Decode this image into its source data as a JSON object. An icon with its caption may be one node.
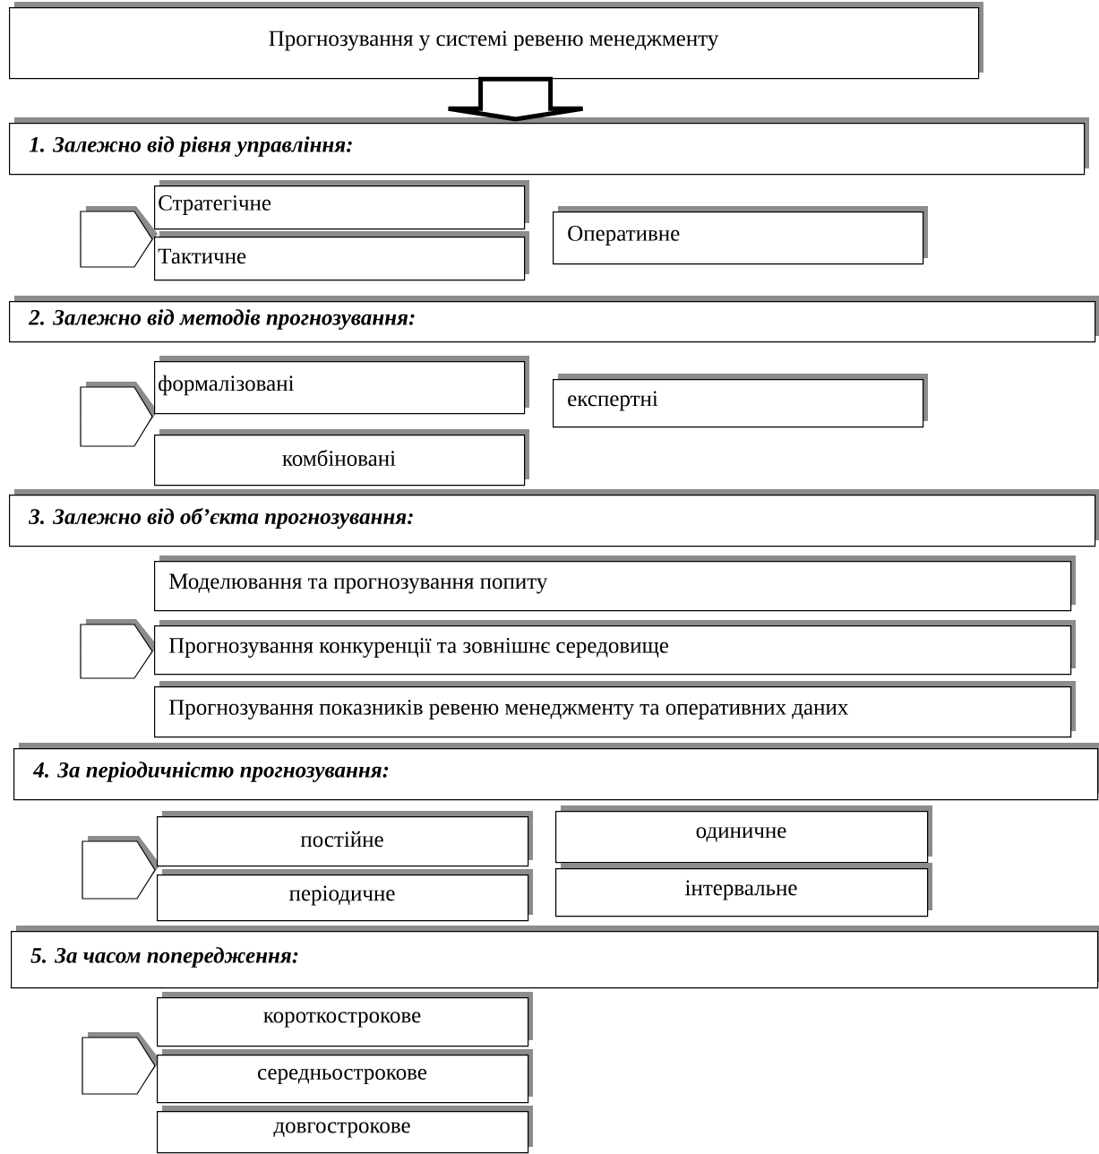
{
  "diagram": {
    "nodes": [
      {
        "text": [
          "Прогнозування у системі ревеню менеджменту"
        ]
      },
      {
        "text": [
          "1. Залежно від рівня управління:"
        ]
      },
      {
        "text": [],
        "shape": "pentagon"
      },
      {
        "text": [
          "Стратегічне"
        ]
      },
      {
        "text": [
          "Тактичне"
        ]
      },
      {
        "text": [
          "Оперативне"
        ]
      },
      {
        "text": [
          "2. Залежно від методів прогнозування:"
        ]
      },
      {
        "text": [],
        "shape": "pentagon"
      },
      {
        "text": [
          "формалізовані"
        ]
      },
      {
        "text": [
          "експертні"
        ]
      },
      {
        "text": [
          "комбіновані"
        ]
      },
      {
        "text": [
          "3. Залежно від об’єкта прогнозування:"
        ]
      },
      {
        "text": [
          "Моделювання та прогнозування попиту"
        ]
      },
      {
        "text": [],
        "shape": "pentagon"
      },
      {
        "text": [
          "Прогнозування конкуренції та зовнішнє середовище"
        ]
      },
      {
        "text": [
          "Прогнозування показників ревеню менеджменту та оперативних даних"
        ]
      },
      {
        "text": [
          "4. За періодичністю прогнозування:"
        ]
      },
      {
        "text": [],
        "shape": "pentagon"
      },
      {
        "text": [
          "постійне"
        ]
      },
      {
        "text": [
          "одиничне"
        ]
      },
      {
        "text": [
          "періодичне"
        ]
      },
      {
        "text": [
          "інтервальне"
        ]
      },
      {
        "text": [
          "5. За часом попередження:"
        ]
      },
      {
        "text": [],
        "shape": "pentagon"
      },
      {
        "text": [
          "короткострокове"
        ]
      },
      {
        "text": [
          "середньострокове"
        ]
      },
      {
        "text": [
          "довгострокове"
        ]
      }
    ],
    "edges": [
      {
        "from": 0,
        "to": 1,
        "arrow": "to",
        "style": "thick"
      }
    ]
  }
}
